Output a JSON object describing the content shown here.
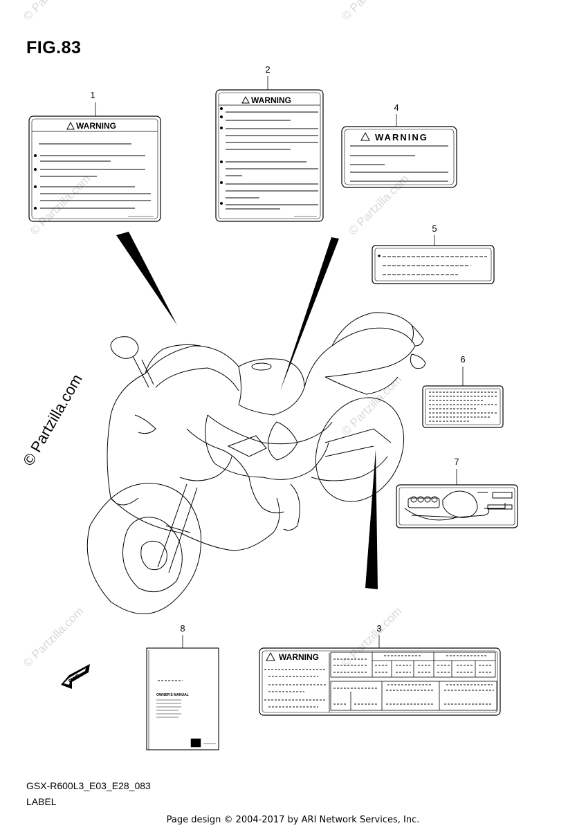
{
  "figure": {
    "title": "FIG.83",
    "model_code": "GSX-R600L3_E03_E28_083",
    "section": "LABEL"
  },
  "callouts": [
    "1",
    "2",
    "3",
    "4",
    "5",
    "6",
    "7",
    "8"
  ],
  "warning_text": "WARNING",
  "fwd_label": "FWD",
  "manual_cover": {
    "title": "OWNER'S MANUAL",
    "dash_text": "— — — — —"
  },
  "watermark_text": "© Partzilla.com",
  "footer": "Page design © 2004-2017 by ARI Network Services, Inc.",
  "colors": {
    "line": "#000000",
    "watermark": "#d8d8d8",
    "background": "#ffffff"
  }
}
